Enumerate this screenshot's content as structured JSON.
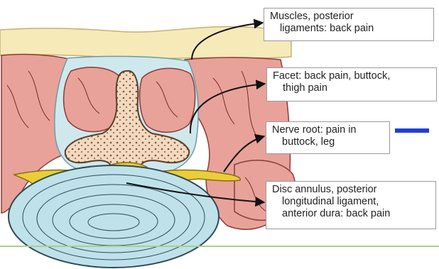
{
  "labels": {
    "muscles": {
      "line1": "Muscles, posterior",
      "line2": "ligaments: back pain"
    },
    "facet": {
      "line1": "Facet: back pain, buttock,",
      "line2": "thigh pain"
    },
    "nerve_root": {
      "line1": "Nerve root: pain in",
      "line2": "buttock, leg"
    },
    "disc": {
      "line1": "Disc annulus, posterior",
      "line2": "longitudinal ligament,",
      "line3": "anterior dura: back pain"
    }
  },
  "colors": {
    "skin": "#f6eab9",
    "muscle": "#e8a29a",
    "csf": "#cfe8ee",
    "bone": "#f3d9bf",
    "nerve": "#e9cd3a",
    "disc": "#bfe2ea",
    "marker": "#1f3fd6",
    "baseline": "#a8d08d"
  }
}
